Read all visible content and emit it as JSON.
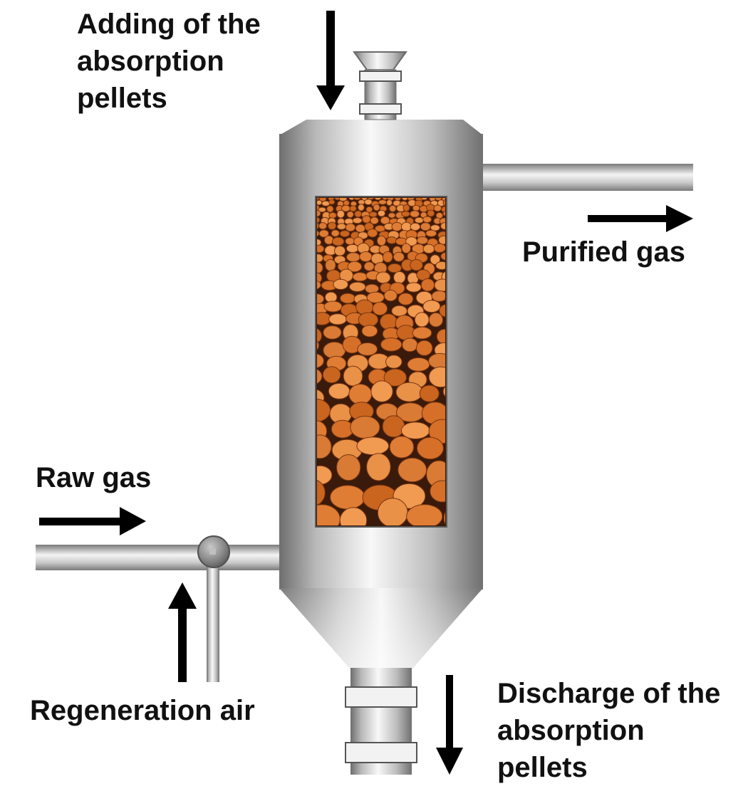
{
  "labels": {
    "adding": [
      "Adding of the",
      "absorption",
      "pellets"
    ],
    "purified": "Purified gas",
    "raw": "Raw gas",
    "regeneration": "Regeneration air",
    "discharge": [
      "Discharge of the",
      "absorption",
      "pellets"
    ]
  },
  "colors": {
    "text": "#111111",
    "arrow": "#000000",
    "metal_dark": "#6e6e6e",
    "metal_light": "#f6f6f6",
    "pellet": "#d9792f",
    "pellet_dark": "#3a1a0a"
  },
  "icons": {
    "flow_arrows": "arrow-icon",
    "valve": "valve-icon",
    "pellets": "pellet-bed-icon"
  }
}
